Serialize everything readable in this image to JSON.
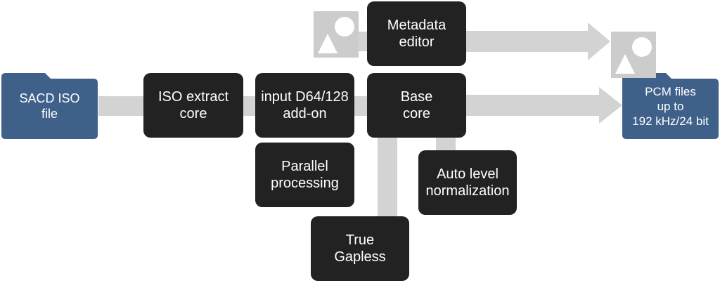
{
  "diagram": {
    "nodes": {
      "source": "SACD ISO\nfile",
      "iso_extract": "ISO extract\ncore",
      "input_addon": "input D64/128\nadd-on",
      "parallel": "Parallel\nprocessing",
      "metadata": "Metadata\neditor",
      "base_core": "Base\ncore",
      "true_gapless": "True\nGapless",
      "auto_level": "Auto level\nnormalization",
      "output": "PCM files\nup to\n192 kHz/24 bit"
    },
    "icons": [
      "image-placeholder-icon",
      "image-placeholder-icon"
    ],
    "colors": {
      "box": "#222222",
      "folder": "#3f6189",
      "connector": "#d3d3d3",
      "icon": "#cccccc",
      "text": "#ffffff"
    }
  }
}
